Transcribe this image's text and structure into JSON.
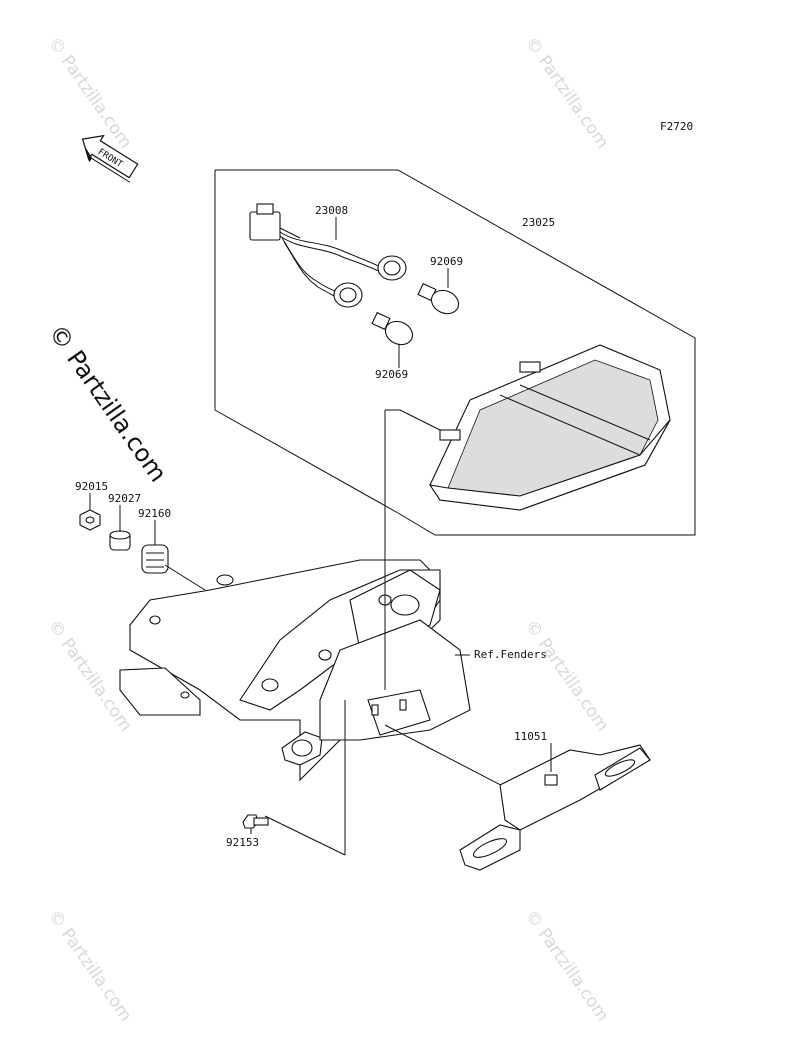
{
  "figure_code": "F2720",
  "front_label": "FRONT",
  "watermark_main": "© Partzilla.com",
  "watermark_small": "© Partzilla.com",
  "callouts": {
    "p23008": "23008",
    "p23025": "23025",
    "p92069_top": "92069",
    "p92069_bottom": "92069",
    "p92015": "92015",
    "p92027": "92027",
    "p92160": "92160",
    "ref_fenders": "Ref.Fenders",
    "p11051": "11051",
    "p92153": "92153"
  }
}
